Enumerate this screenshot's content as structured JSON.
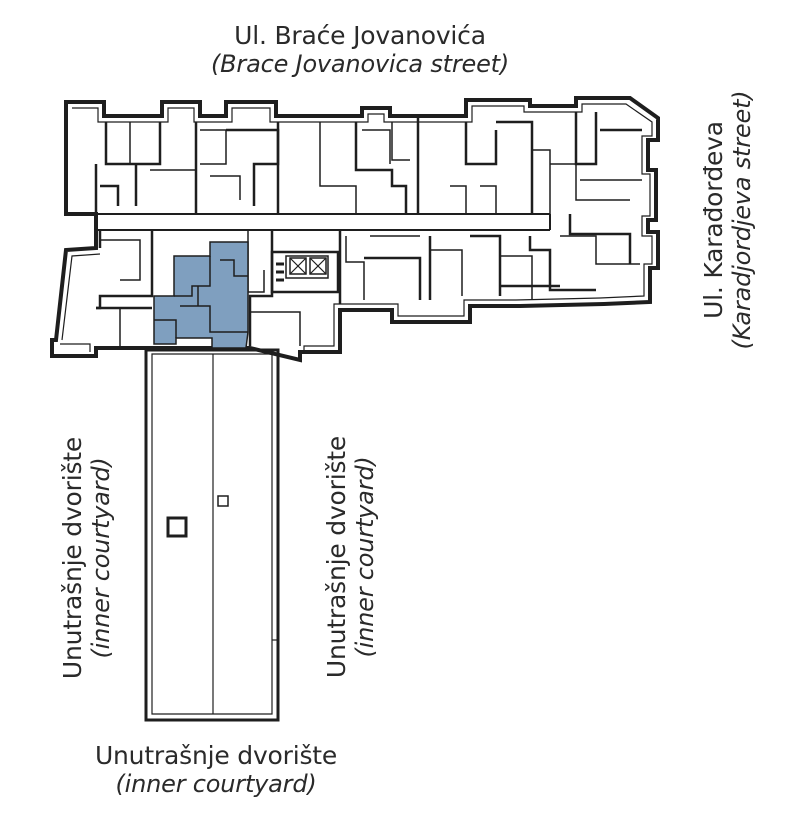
{
  "labels": {
    "top": {
      "line1": "Ul. Braće Jovanovića",
      "line2": "(Brace Jovanovica street)"
    },
    "right": {
      "line1": "Ul. Karađorđeva",
      "line2": "(Karadjordjeva street)"
    },
    "left": {
      "line1": "Unutrašnje dvorište",
      "line2": "(inner courtyard)"
    },
    "middle": {
      "line1": "Unutrašnje dvorište",
      "line2": "(inner courtyard)"
    },
    "bottom": {
      "line1": "Unutrašnje dvorište",
      "line2": "(inner courtyard)"
    }
  },
  "colors": {
    "highlight_unit": "#7f9fbf",
    "walls": "#1e1e1e",
    "background": "#ffffff"
  }
}
